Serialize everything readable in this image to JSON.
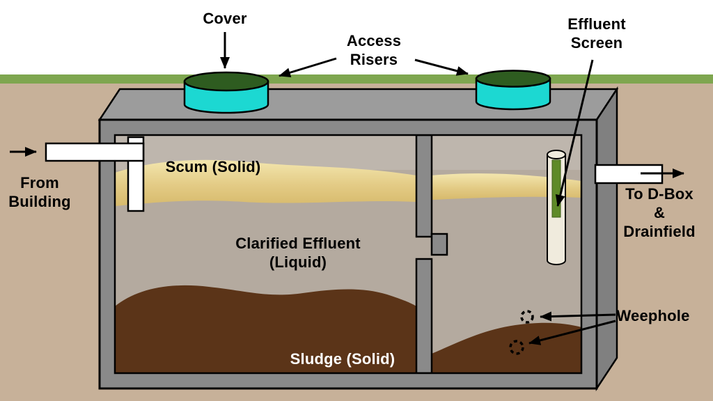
{
  "labels": {
    "cover": "Cover",
    "access_risers": "Access\nRisers",
    "effluent_screen": "Effluent\nScreen",
    "from_building": "From\nBuilding",
    "scum": "Scum (Solid)",
    "clarified_effluent": "Clarified Effluent\n(Liquid)",
    "sludge": "Sludge (Solid)",
    "to_dbox": "To D-Box\n&\nDrainfield",
    "weephole": "Weephole"
  },
  "colors": {
    "grass": "#7EA64F",
    "soil": "#C7B199",
    "tank_wall_gray": "#8A8A8A",
    "riser_cyan": "#1CD8D2",
    "cover_green": "#2E5C20",
    "scum_tan": "#E3CB85",
    "effluent_gray": "#B4AA9F",
    "sludge_brown": "#5B3418",
    "screen_green": "#5F8A28",
    "pipe_white": "#FFFFFF",
    "arrow_black": "#000000"
  }
}
